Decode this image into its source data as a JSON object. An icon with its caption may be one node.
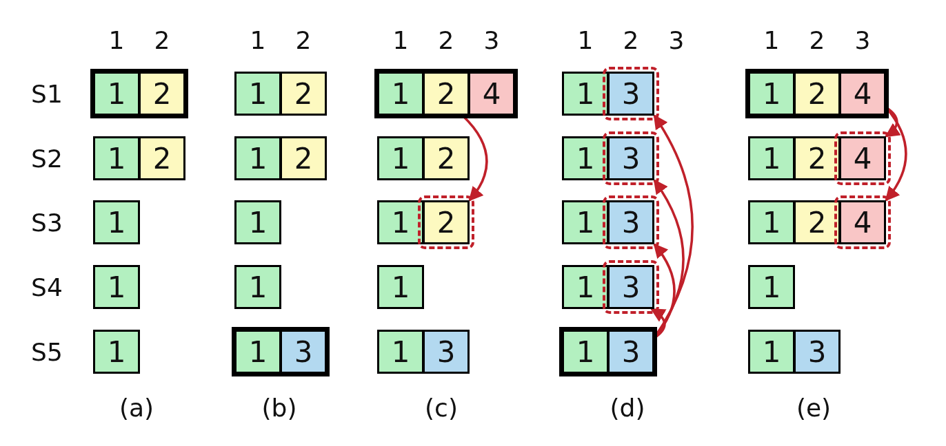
{
  "diagram": {
    "nodes": [
      {
        "text": [
          "1"
        ]
      },
      {
        "text": [
          "2"
        ]
      },
      {
        "text": [
          "1"
        ]
      },
      {
        "text": [
          "2"
        ]
      },
      {
        "text": [
          "1"
        ]
      },
      {
        "text": [
          "2"
        ]
      },
      {
        "text": [
          "4"
        ]
      },
      {
        "text": [
          "1"
        ]
      },
      {
        "text": [
          "3"
        ]
      },
      {
        "text": [
          "1"
        ]
      },
      {
        "text": [
          "2"
        ]
      },
      {
        "text": [
          "4"
        ]
      },
      {
        "text": [
          "1"
        ]
      },
      {
        "text": [
          "2"
        ]
      },
      {
        "text": [
          "1"
        ]
      },
      {
        "text": [
          "2"
        ]
      },
      {
        "text": [
          "1"
        ]
      },
      {
        "text": [
          "2"
        ]
      },
      {
        "text": [
          "1"
        ]
      },
      {
        "text": [
          "3"
        ]
      },
      {
        "text": [
          "1"
        ]
      },
      {
        "text": [
          "2"
        ]
      },
      {
        "text": [
          "4"
        ]
      },
      {
        "text": [
          "1"
        ]
      },
      {
        "text": [
          "1"
        ]
      },
      {
        "text": [
          "1"
        ]
      },
      {
        "text": [
          "2"
        ]
      },
      {
        "text": [
          "1"
        ]
      },
      {
        "text": [
          "3"
        ]
      },
      {
        "text": [
          "1"
        ]
      },
      {
        "text": [
          "2"
        ]
      },
      {
        "text": [
          "4"
        ]
      },
      {
        "text": [
          "1"
        ]
      },
      {
        "text": [
          "1"
        ]
      },
      {
        "text": [
          "1"
        ]
      },
      {
        "text": [
          "1"
        ]
      },
      {
        "text": [
          "3"
        ]
      },
      {
        "text": [
          "1"
        ]
      },
      {
        "text": [
          "1"
        ]
      },
      {
        "text": [
          "1"
        ]
      },
      {
        "text": [
          "3"
        ]
      },
      {
        "text": [
          "1"
        ]
      },
      {
        "text": [
          "3"
        ]
      },
      {
        "text": [
          "1"
        ]
      },
      {
        "text": [
          "3"
        ]
      },
      {
        "text": [
          "1"
        ]
      },
      {
        "text": [
          "3"
        ]
      }
    ],
    "edges": [
      {
        "from": 5,
        "to": 26,
        "arrow": "to"
      },
      {
        "from": 44,
        "to": 36,
        "arrow": "to"
      },
      {
        "from": 44,
        "to": 28,
        "arrow": "to"
      },
      {
        "from": 44,
        "to": 19,
        "arrow": "to"
      },
      {
        "from": 44,
        "to": 8,
        "arrow": "to"
      },
      {
        "from": 11,
        "to": 22,
        "arrow": "to"
      },
      {
        "from": 11,
        "to": 31,
        "arrow": "to"
      }
    ],
    "labels": [
      "1",
      "2",
      "1",
      "2",
      "1",
      "2",
      "3",
      "1",
      "2",
      "3",
      "1",
      "2",
      "3",
      "S1",
      "S2",
      "S3",
      "S4",
      "S5",
      "(a)",
      "(b)",
      "(c)",
      "(d)",
      "(e)"
    ]
  }
}
